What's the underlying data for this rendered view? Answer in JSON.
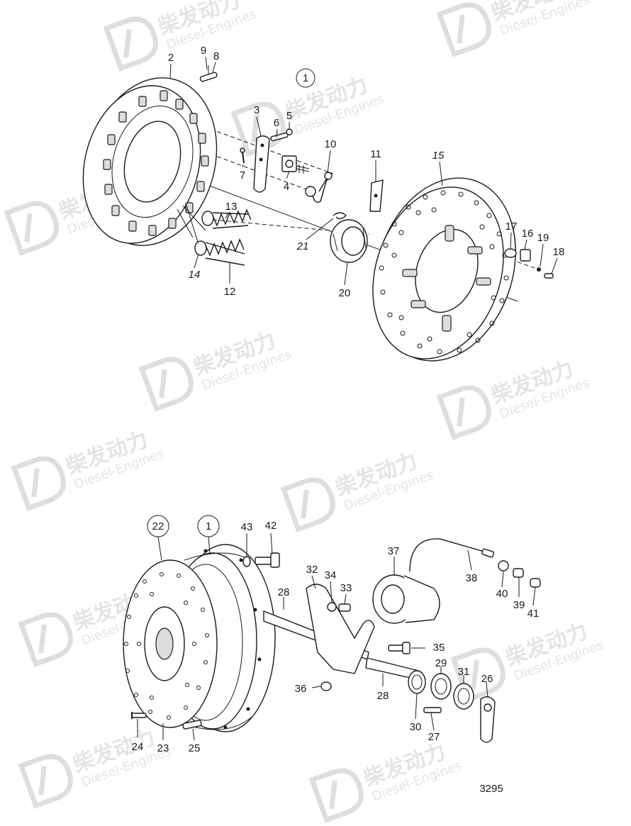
{
  "watermark": {
    "brand": "柴发动力",
    "subtitle": "Diesel-Engines"
  },
  "drawing_number": "3295",
  "upper_assembly": {
    "assembly_label": "1",
    "part_labels": [
      "2",
      "9",
      "8",
      "3",
      "6",
      "5",
      "7",
      "4",
      "10",
      "11",
      "15",
      "13",
      "14",
      "12",
      "21",
      "20",
      "17",
      "16",
      "19",
      "18"
    ]
  },
  "lower_assembly": {
    "circled_labels": [
      "22",
      "1"
    ],
    "part_labels": [
      "43",
      "42",
      "37",
      "38",
      "40",
      "39",
      "41",
      "32",
      "34",
      "33",
      "28",
      "35",
      "36",
      "29",
      "31",
      "26",
      "28",
      "30",
      "27",
      "24",
      "23",
      "25"
    ]
  }
}
